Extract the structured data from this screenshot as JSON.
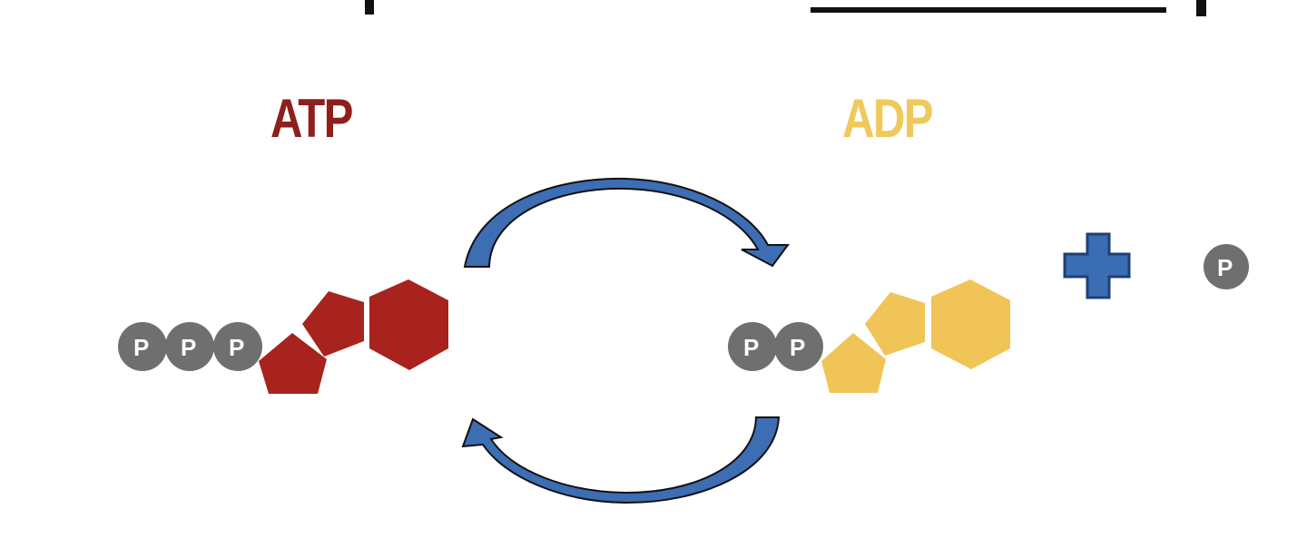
{
  "diagram": {
    "atp": {
      "label": "ATP",
      "color": "#8e1f1c",
      "shape_color": "#a8231e",
      "phosphates": [
        "P",
        "P",
        "P"
      ]
    },
    "adp": {
      "label": "ADP",
      "color": "#efc95a",
      "shape_color": "#f0c456",
      "phosphates": [
        "P",
        "P"
      ]
    },
    "free_phosphate": {
      "label": "P"
    },
    "operator": {
      "symbol": "plus",
      "color": "#3a6db4"
    },
    "arrows": {
      "color": "#3d6db3",
      "top_direction": "atp-to-adp",
      "bottom_direction": "adp-to-atp"
    },
    "phosphate_color": "#6f6f6f"
  }
}
